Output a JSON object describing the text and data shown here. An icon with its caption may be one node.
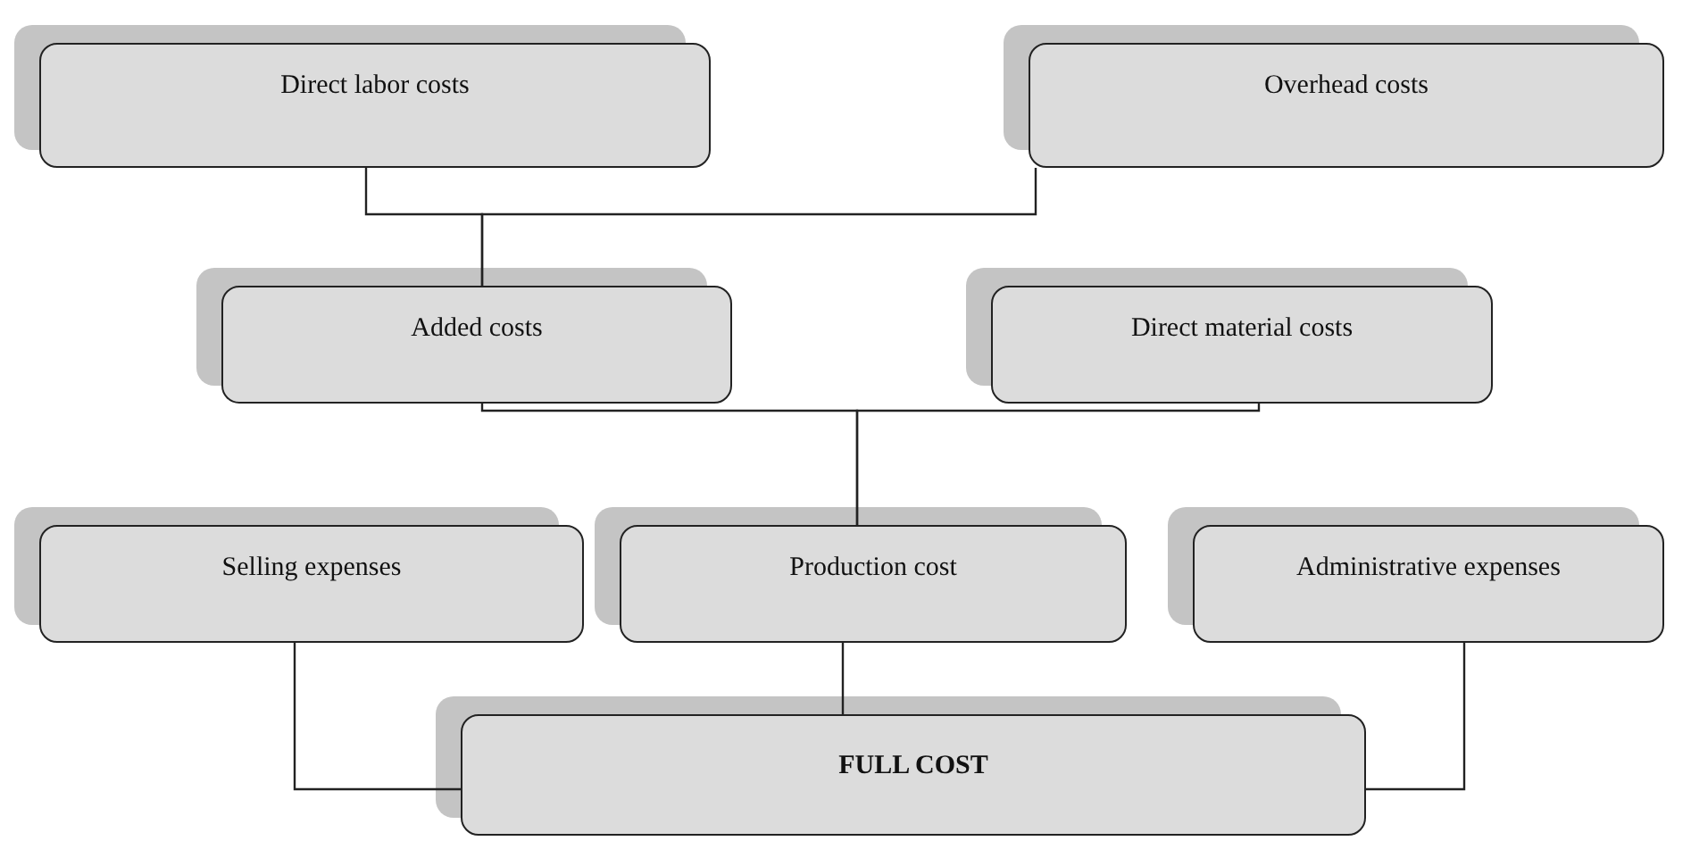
{
  "diagram": {
    "nodes": [
      {
        "text": [
          "Direct labor costs"
        ]
      },
      {
        "text": [
          "Overhead costs"
        ]
      },
      {
        "text": [
          "Added costs"
        ]
      },
      {
        "text": [
          "Direct material costs"
        ]
      },
      {
        "text": [
          "Selling expenses"
        ]
      },
      {
        "text": [
          "Production cost"
        ]
      },
      {
        "text": [
          "Administrative expenses"
        ]
      },
      {
        "text": [
          "FULL COST"
        ]
      }
    ],
    "edges": [
      {
        "from": 0,
        "to": 2,
        "arrow": "none"
      },
      {
        "from": 1,
        "to": 2,
        "arrow": "none"
      },
      {
        "from": 2,
        "to": 5,
        "arrow": "none"
      },
      {
        "from": 3,
        "to": 5,
        "arrow": "none"
      },
      {
        "from": 4,
        "to": 7,
        "arrow": "none"
      },
      {
        "from": 5,
        "to": 7,
        "arrow": "none"
      },
      {
        "from": 6,
        "to": 7,
        "arrow": "none"
      }
    ]
  }
}
